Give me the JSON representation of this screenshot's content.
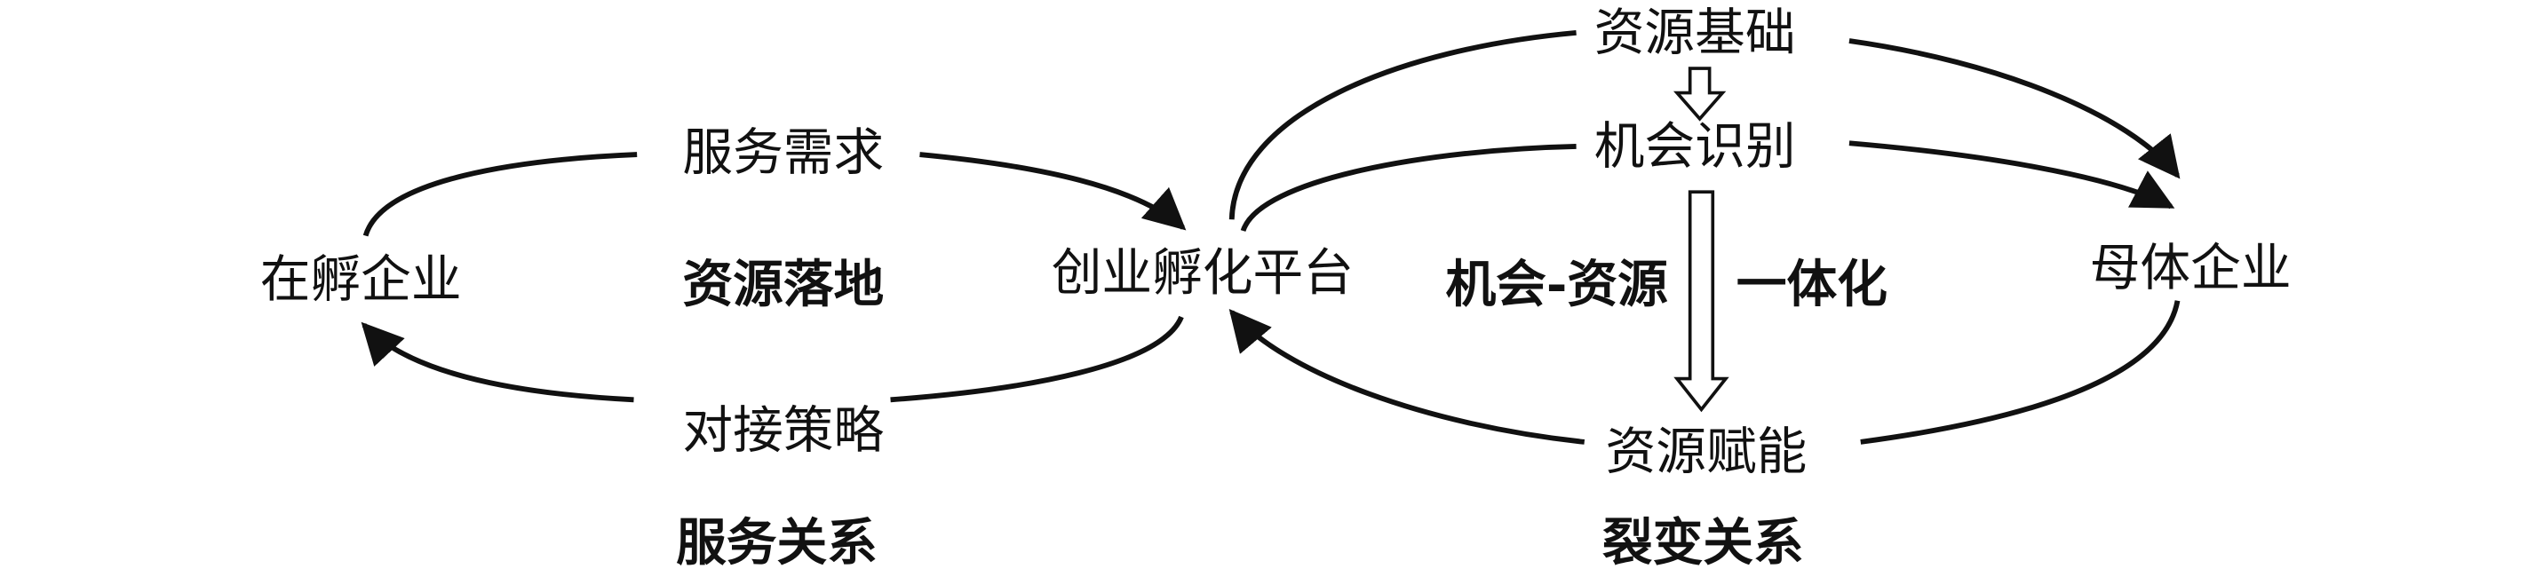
{
  "nodes": {
    "incubated_firm": "在孵企业",
    "platform": "创业孵化平台",
    "parent_firm": "母体企业",
    "service_demand": "服务需求",
    "matching_strategy": "对接策略",
    "resource_base": "资源基础",
    "opportunity_identification": "机会识别",
    "resource_empowerment": "资源赋能"
  },
  "labels": {
    "resource_landing": "资源落地",
    "service_relation": "服务关系",
    "opp_resource": "机会-资源",
    "integration": "一体化",
    "fission_relation": "裂变关系"
  },
  "colors": {
    "line": "#111111",
    "background": "#ffffff"
  }
}
